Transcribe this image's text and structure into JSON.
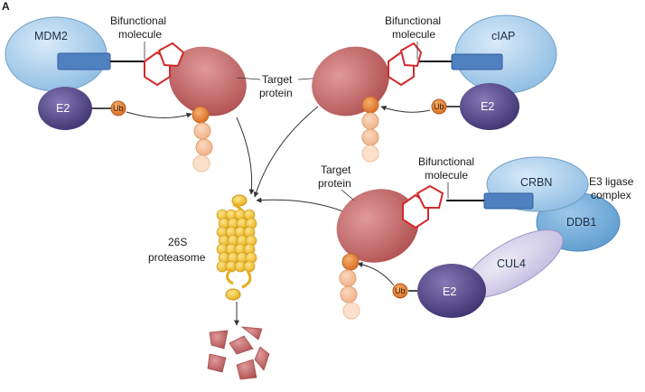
{
  "panel_label": "A",
  "labels": {
    "mdm2": "MDM2",
    "ciap": "cIAP",
    "crbn": "CRBN",
    "ddb1": "DDB1",
    "cul4": "CUL4",
    "e2": "E2",
    "ub": "Ub",
    "bifunctional_line1": "Bifunctional",
    "bifunctional_line2": "molecule",
    "target_line1": "Target",
    "target_line2": "protein",
    "proteasome_line1": "26S",
    "proteasome_line2": "proteasome",
    "e3_line1": "E3 ligase",
    "e3_line2": "complex"
  },
  "colors": {
    "e3_blue": "#a9cdea",
    "e2_purple": "#5a4d8a",
    "cul4_lilac": "#d6d1ea",
    "target_red": "#c86a6a",
    "linker_red": "#d42a2a",
    "ubiquitin_orange": "#e8843a",
    "proteasome_yellow": "#f2c12e",
    "fragment_pink": "#c07070"
  }
}
